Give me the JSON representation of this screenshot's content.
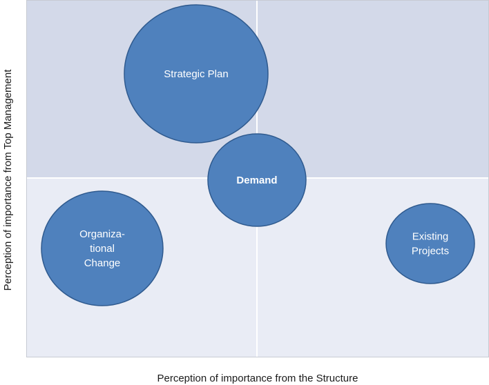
{
  "diagram": {
    "x_axis_title": "Perception of importance from the Structure",
    "y_axis_title": "Perception of importance from Top Management",
    "quadrant_colors": {
      "top": "#d3d9e9",
      "bottom": "#e9ecf5",
      "divider": "#ffffff",
      "frame": "#c7cbd3"
    },
    "bubble_color": "#4f81bd",
    "bubble_edge": "#2f5a8e",
    "bubbles": [
      {
        "id": "strategic-plan",
        "lines": [
          "Strategic Plan"
        ],
        "bold": false
      },
      {
        "id": "demand",
        "lines": [
          "Demand"
        ],
        "bold": true
      },
      {
        "id": "organizational-change",
        "lines": [
          "Organiza-",
          "tional",
          "Change"
        ],
        "bold": false
      },
      {
        "id": "existing-projects",
        "lines": [
          "Existing",
          "Projects"
        ],
        "bold": false
      }
    ]
  }
}
